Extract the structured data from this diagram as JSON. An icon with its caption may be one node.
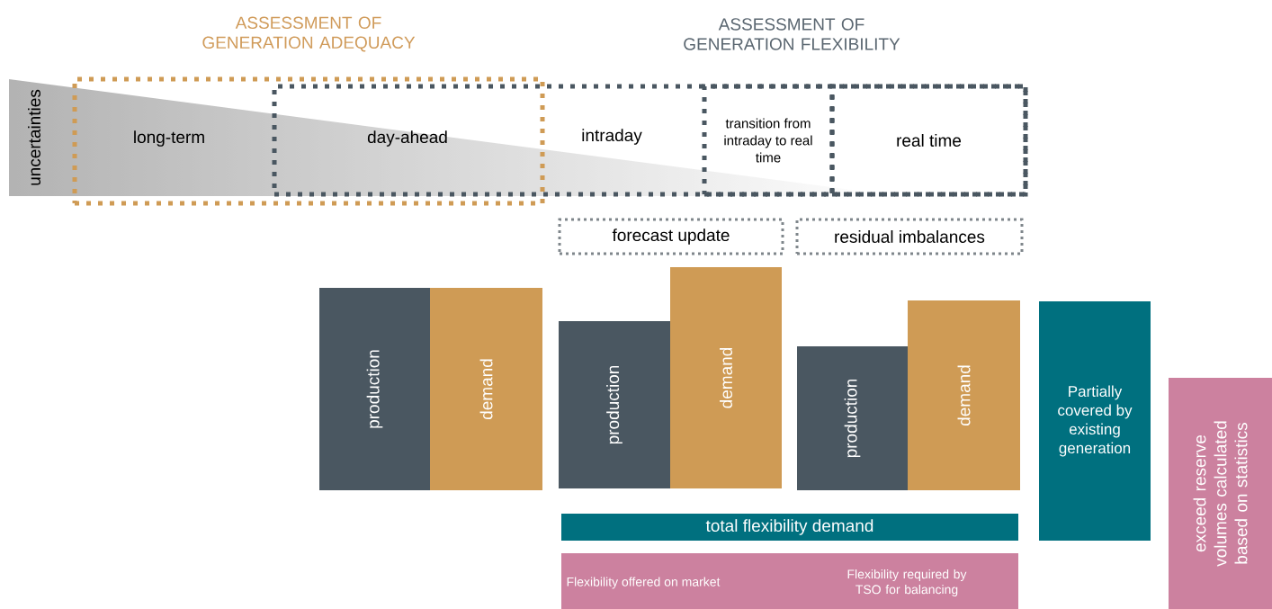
{
  "diagram": {
    "nodes": [
      {
        "text": [
          "ASSESSMENT OF GENERATION ADEQUACY"
        ]
      },
      {
        "text": [
          "ASSESSMENT OF GENERATION FLEXIBILITY"
        ]
      },
      {
        "text": [
          "uncertainties"
        ]
      },
      {
        "text": [
          "transition from intraday to real time"
        ],
        "in": 1
      },
      {
        "text": [
          "real time"
        ],
        "in": 1
      },
      {
        "text": [
          "forecast update"
        ]
      },
      {
        "text": [
          "residual imbalances"
        ]
      },
      {
        "text": [
          "production"
        ]
      },
      {
        "text": [
          "demand"
        ]
      },
      {
        "text": [
          "production"
        ]
      },
      {
        "text": [
          "demand"
        ]
      },
      {
        "text": [
          "production"
        ]
      },
      {
        "text": [
          "demand"
        ]
      },
      {
        "text": [
          "Partially covered by existing generation"
        ]
      },
      {
        "text": [
          "total flexibility demand"
        ]
      },
      {
        "text": [
          "Flexibility offered on market",
          "Flexibility required by TSO for balancing"
        ]
      },
      {
        "text": [
          "exceed reserve volumes calculated based on statistics"
        ]
      }
    ],
    "labels": [
      "long-term",
      "day-ahead",
      "intraday"
    ]
  }
}
